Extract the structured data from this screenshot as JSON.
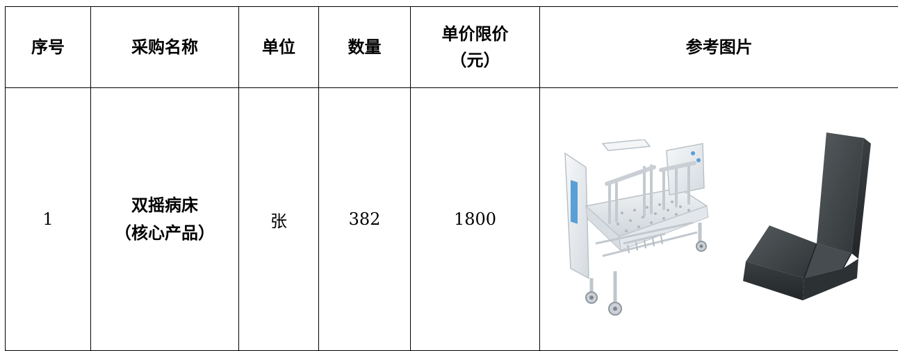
{
  "table": {
    "headers": {
      "index": "序号",
      "name": "采购名称",
      "unit": "单位",
      "quantity": "数量",
      "price_line1": "单价限价",
      "price_line2": "（元）",
      "picture": "参考图片"
    },
    "rows": [
      {
        "index": "1",
        "name_line1": "双摇病床",
        "name_line2": "（核心产品）",
        "unit": "张",
        "quantity": "382",
        "price": "1800",
        "pictures": [
          "hospital-bed-image",
          "folding-mattress-image"
        ]
      }
    ]
  },
  "colors": {
    "border": "#000000",
    "bed_frame": "#e9ecef",
    "bed_accent": "#5a9fd6",
    "mattress": "#3f4446"
  }
}
